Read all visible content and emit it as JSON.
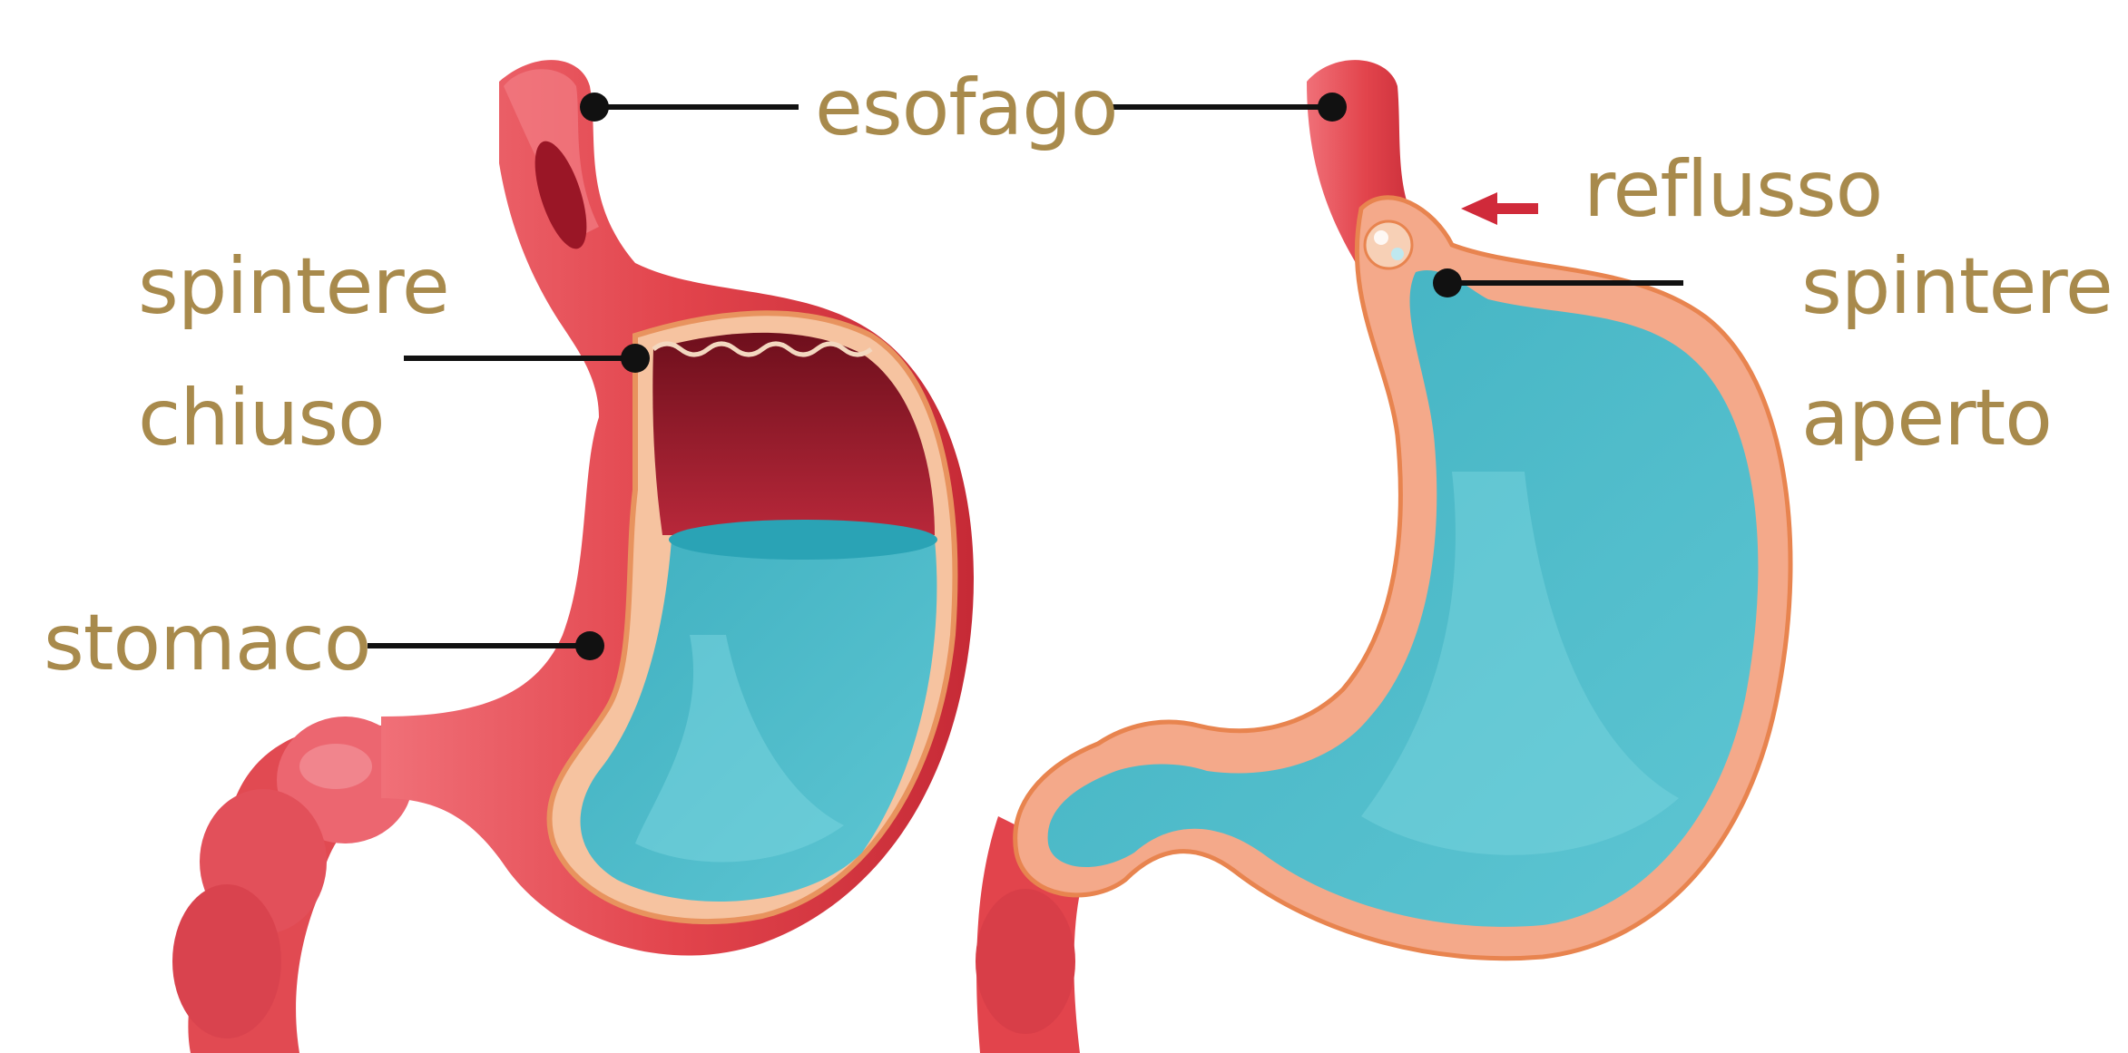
{
  "labels": {
    "esofago": "esofago",
    "spintere_chiuso_1": "spintere",
    "spintere_chiuso_2": "chiuso",
    "stomaco": "stomaco",
    "reflusso": "reflusso",
    "spintere_aperto_1": "spintere",
    "spintere_aperto_2": "aperto"
  },
  "colors": {
    "label_text": "#a88a4c",
    "leader_line": "#111111",
    "stomach_red": "#e2444c",
    "stomach_dark": "#c62a36",
    "inner_dark": "#8e1526",
    "lining_peach": "#f6c3a0",
    "fluid_teal": "#54bccb",
    "fluid_light": "#73d0dc",
    "open_stomach_wall": "#f4a98a",
    "reflux_arrow": "#d02a3a"
  },
  "icons": {
    "reflux_arrow": "arrow-left-icon",
    "pointer_dot": "dot-marker-icon"
  }
}
